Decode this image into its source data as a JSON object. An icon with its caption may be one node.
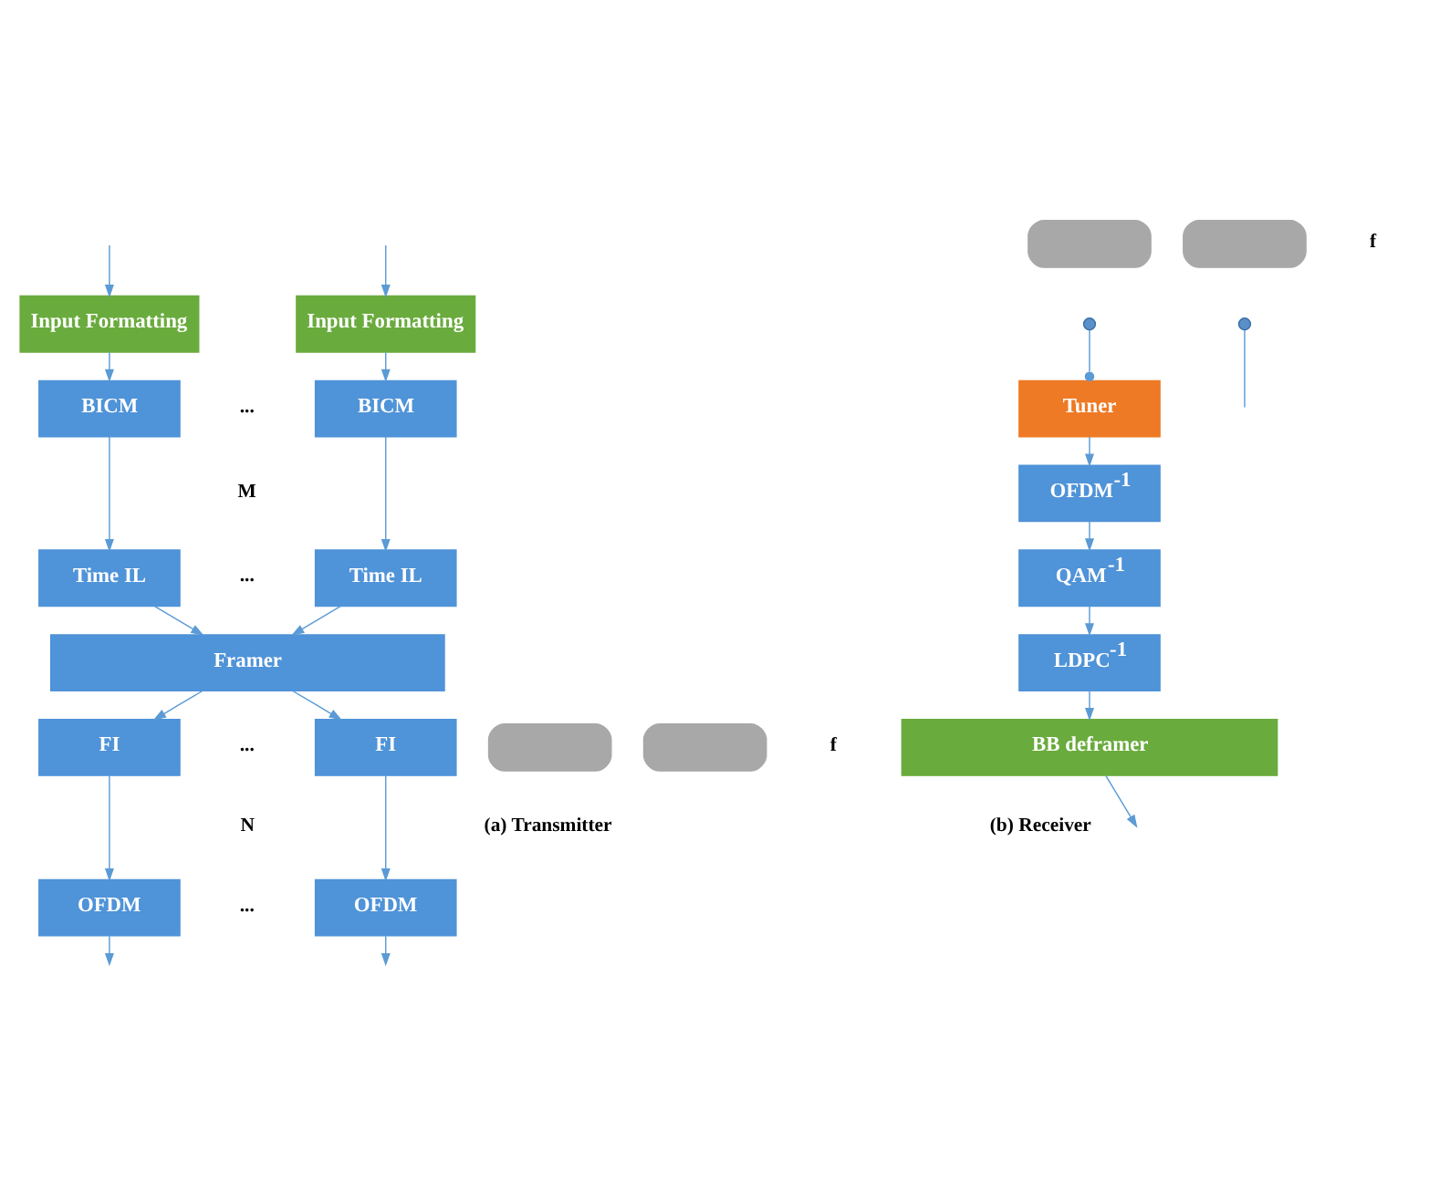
{
  "diagram": {
    "nodes": [
      {
        "text": [
          "Input Formatting"
        ]
      },
      {
        "text": [
          "Input Formatting"
        ]
      },
      {
        "text": [
          "BICM"
        ]
      },
      {
        "text": [
          "BICM"
        ]
      },
      {
        "text": [
          "Time IL"
        ]
      },
      {
        "text": [
          "Time IL"
        ]
      },
      {
        "text": [
          "Framer"
        ]
      },
      {
        "text": [
          "FI"
        ]
      },
      {
        "text": [
          "FI"
        ]
      },
      {
        "text": [
          "OFDM"
        ]
      },
      {
        "text": [
          "OFDM"
        ]
      },
      {
        "text": [],
        "shape": "bar"
      },
      {
        "text": [],
        "shape": "bar"
      },
      {
        "text": [],
        "shape": "bar"
      },
      {
        "text": [],
        "shape": "bar"
      },
      {
        "text": [],
        "shape": "circle"
      },
      {
        "text": [],
        "shape": "circle"
      },
      {
        "text": [
          "Tuner"
        ]
      },
      {
        "text": [
          "OFDM$^{-1}$"
        ]
      },
      {
        "text": [
          "QAM$^{-1}$"
        ]
      },
      {
        "text": [
          "LDPC$^{-1}$"
        ]
      },
      {
        "text": [
          "BB deframer"
        ]
      }
    ],
    "edges": [
      {
        "from": null,
        "to": 0,
        "arrow": "to"
      },
      {
        "from": null,
        "to": 1,
        "arrow": "to"
      },
      {
        "from": 0,
        "to": 2,
        "arrow": "to"
      },
      {
        "from": 1,
        "to": 3,
        "arrow": "to"
      },
      {
        "from": 2,
        "to": 4,
        "arrow": "to"
      },
      {
        "from": 3,
        "to": 5,
        "arrow": "to"
      },
      {
        "from": 4,
        "to": 6,
        "arrow": "to"
      },
      {
        "from": 5,
        "to": 6,
        "arrow": "to"
      },
      {
        "from": 6,
        "to": 7,
        "arrow": "to"
      },
      {
        "from": 6,
        "to": 8,
        "arrow": "to"
      },
      {
        "from": 7,
        "to": 9,
        "arrow": "to"
      },
      {
        "from": 8,
        "to": 10,
        "arrow": "to"
      },
      {
        "from": 9,
        "to": null,
        "arrow": "to"
      },
      {
        "from": 10,
        "to": null,
        "arrow": "to"
      },
      {
        "from": 15,
        "to": 17,
        "arrow": "other"
      },
      {
        "from": 16,
        "to": null,
        "arrow": "none"
      },
      {
        "from": 17,
        "to": 18,
        "arrow": "to"
      },
      {
        "from": 18,
        "to": 19,
        "arrow": "to"
      },
      {
        "from": 19,
        "to": 20,
        "arrow": "to"
      },
      {
        "from": 20,
        "to": 21,
        "arrow": "to"
      },
      {
        "from": 21,
        "to": null,
        "arrow": "to"
      }
    ],
    "labels": [
      "...",
      "M",
      "...",
      "...",
      "N",
      "...",
      "f",
      "f",
      "(a) Transmitter",
      "(b) Receiver"
    ]
  }
}
